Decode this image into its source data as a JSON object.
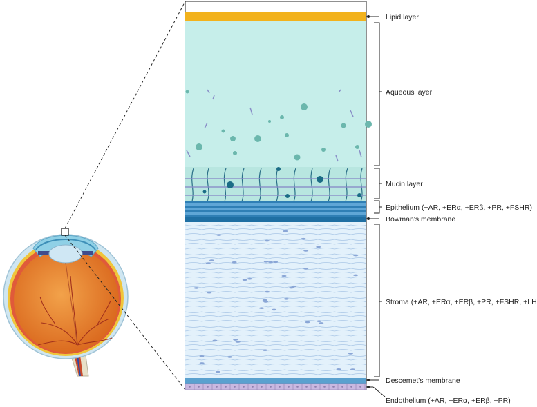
{
  "labels": {
    "lipid": "Lipid layer",
    "aqueous": "Aqueous layer",
    "mucin": "Mucin layer",
    "epithelium": "Epithelium (+AR, +ERα, +ERβ, +PR, +FSHR)",
    "bowman": "Bowman's membrane",
    "stroma": "Stroma (+AR, +ERα, +ERβ, +PR, +FSHR, +LHR)",
    "descemet": "Descemet's membrane",
    "endothelium": "Endothelium (+AR, +ERα, +ERβ, +PR)"
  },
  "colors": {
    "lipid": "#f2b21c",
    "aqueous": "#c6eeea",
    "mucin": "#b8e6e0",
    "epithelium": "#2f7fb5",
    "bowman": "#1f6fa3",
    "stroma": "#e3f1fb",
    "descemet": "#5aa1cf",
    "endothelium": "#c9b8e0",
    "eye_orange": "#e9852a",
    "sclera": "#cfe6f1"
  }
}
